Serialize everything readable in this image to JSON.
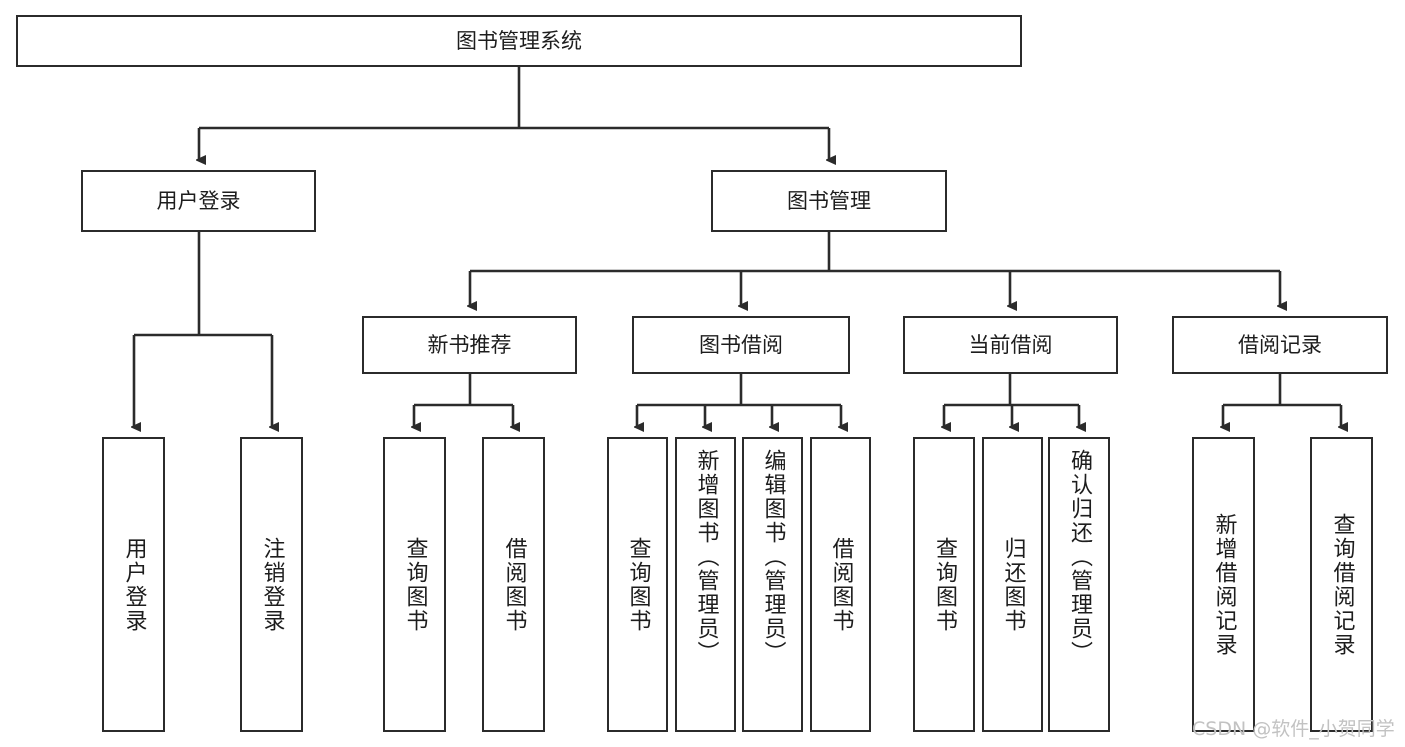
{
  "diagram": {
    "title": "图书管理系统",
    "root": {
      "label": "图书管理系统"
    },
    "level2": [
      {
        "label": "用户登录"
      },
      {
        "label": "图书管理"
      }
    ],
    "level3": [
      {
        "label": "新书推荐"
      },
      {
        "label": "图书借阅"
      },
      {
        "label": "当前借阅"
      },
      {
        "label": "借阅记录"
      }
    ],
    "leaves": {
      "user_login": [
        {
          "label": "用户登录"
        },
        {
          "label": "注销登录"
        }
      ],
      "new_book_recommend": [
        {
          "label": "查询图书"
        },
        {
          "label": "借阅图书"
        }
      ],
      "book_borrow": [
        {
          "label": "查询图书"
        },
        {
          "label": "新增图书（管理员）"
        },
        {
          "label": "编辑图书（管理员）"
        },
        {
          "label": "借阅图书"
        }
      ],
      "current_borrow": [
        {
          "label": "查询图书"
        },
        {
          "label": "归还图书"
        },
        {
          "label": "确认归还（管理员）"
        }
      ],
      "borrow_record": [
        {
          "label": "新增借阅记录"
        },
        {
          "label": "查询借阅记录"
        }
      ]
    }
  },
  "watermark": {
    "text": "CSDN @软件_小贺同学"
  },
  "colors": {
    "stroke": "#2b2b2b",
    "box_fill": "#ffffff",
    "text": "#1d1d1d",
    "watermark": "#c2c2c2"
  }
}
